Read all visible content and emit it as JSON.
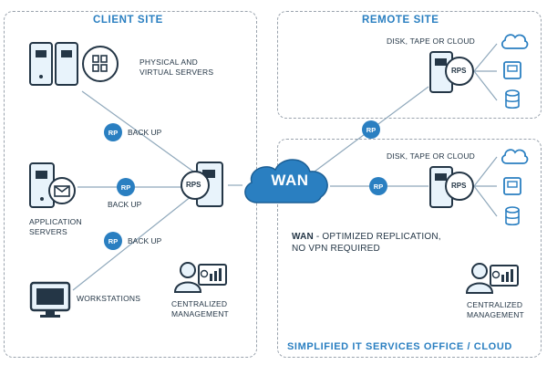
{
  "regions": {
    "client_site": "CLIENT SITE",
    "remote_site": "REMOTE SITE",
    "services_office": "SIMPLIFIED IT SERVICES OFFICE / CLOUD"
  },
  "client": {
    "physical_servers_label_1": "PHYSICAL AND",
    "physical_servers_label_2": "VIRTUAL SERVERS",
    "application_servers_label_1": "APPLICATION",
    "application_servers_label_2": "SERVERS",
    "workstations_label": "WORKSTATIONS",
    "centralized_management_label_1": "CENTRALIZED",
    "centralized_management_label_2": "MANAGEMENT"
  },
  "links": {
    "rp_badge": "RP",
    "backup_label": "BACK UP",
    "rps_badge": "RPS"
  },
  "wan": {
    "label": "WAN",
    "caption_strong": "WAN",
    "caption_rest_1": " - OPTIMIZED REPLICATION,",
    "caption_rest_2": "NO VPN REQUIRED"
  },
  "storage": {
    "remote_label": "DISK, TAPE OR CLOUD",
    "office_label": "DISK, TAPE OR CLOUD"
  },
  "office": {
    "centralized_management_label_1": "CENTRALIZED",
    "centralized_management_label_2": "MANAGEMENT"
  },
  "icons": [
    "server-icon",
    "virtual-server-icon",
    "application-server-icon",
    "mail-icon",
    "workstation-icon",
    "management-console-icon",
    "cloud-icon",
    "tape-icon",
    "disk-icon",
    "wan-cloud-icon"
  ],
  "colors": {
    "accent": "#2a7fc1",
    "text": "#243646",
    "border": "#9aa3ad",
    "icon_fill": "#e8f3fb"
  }
}
